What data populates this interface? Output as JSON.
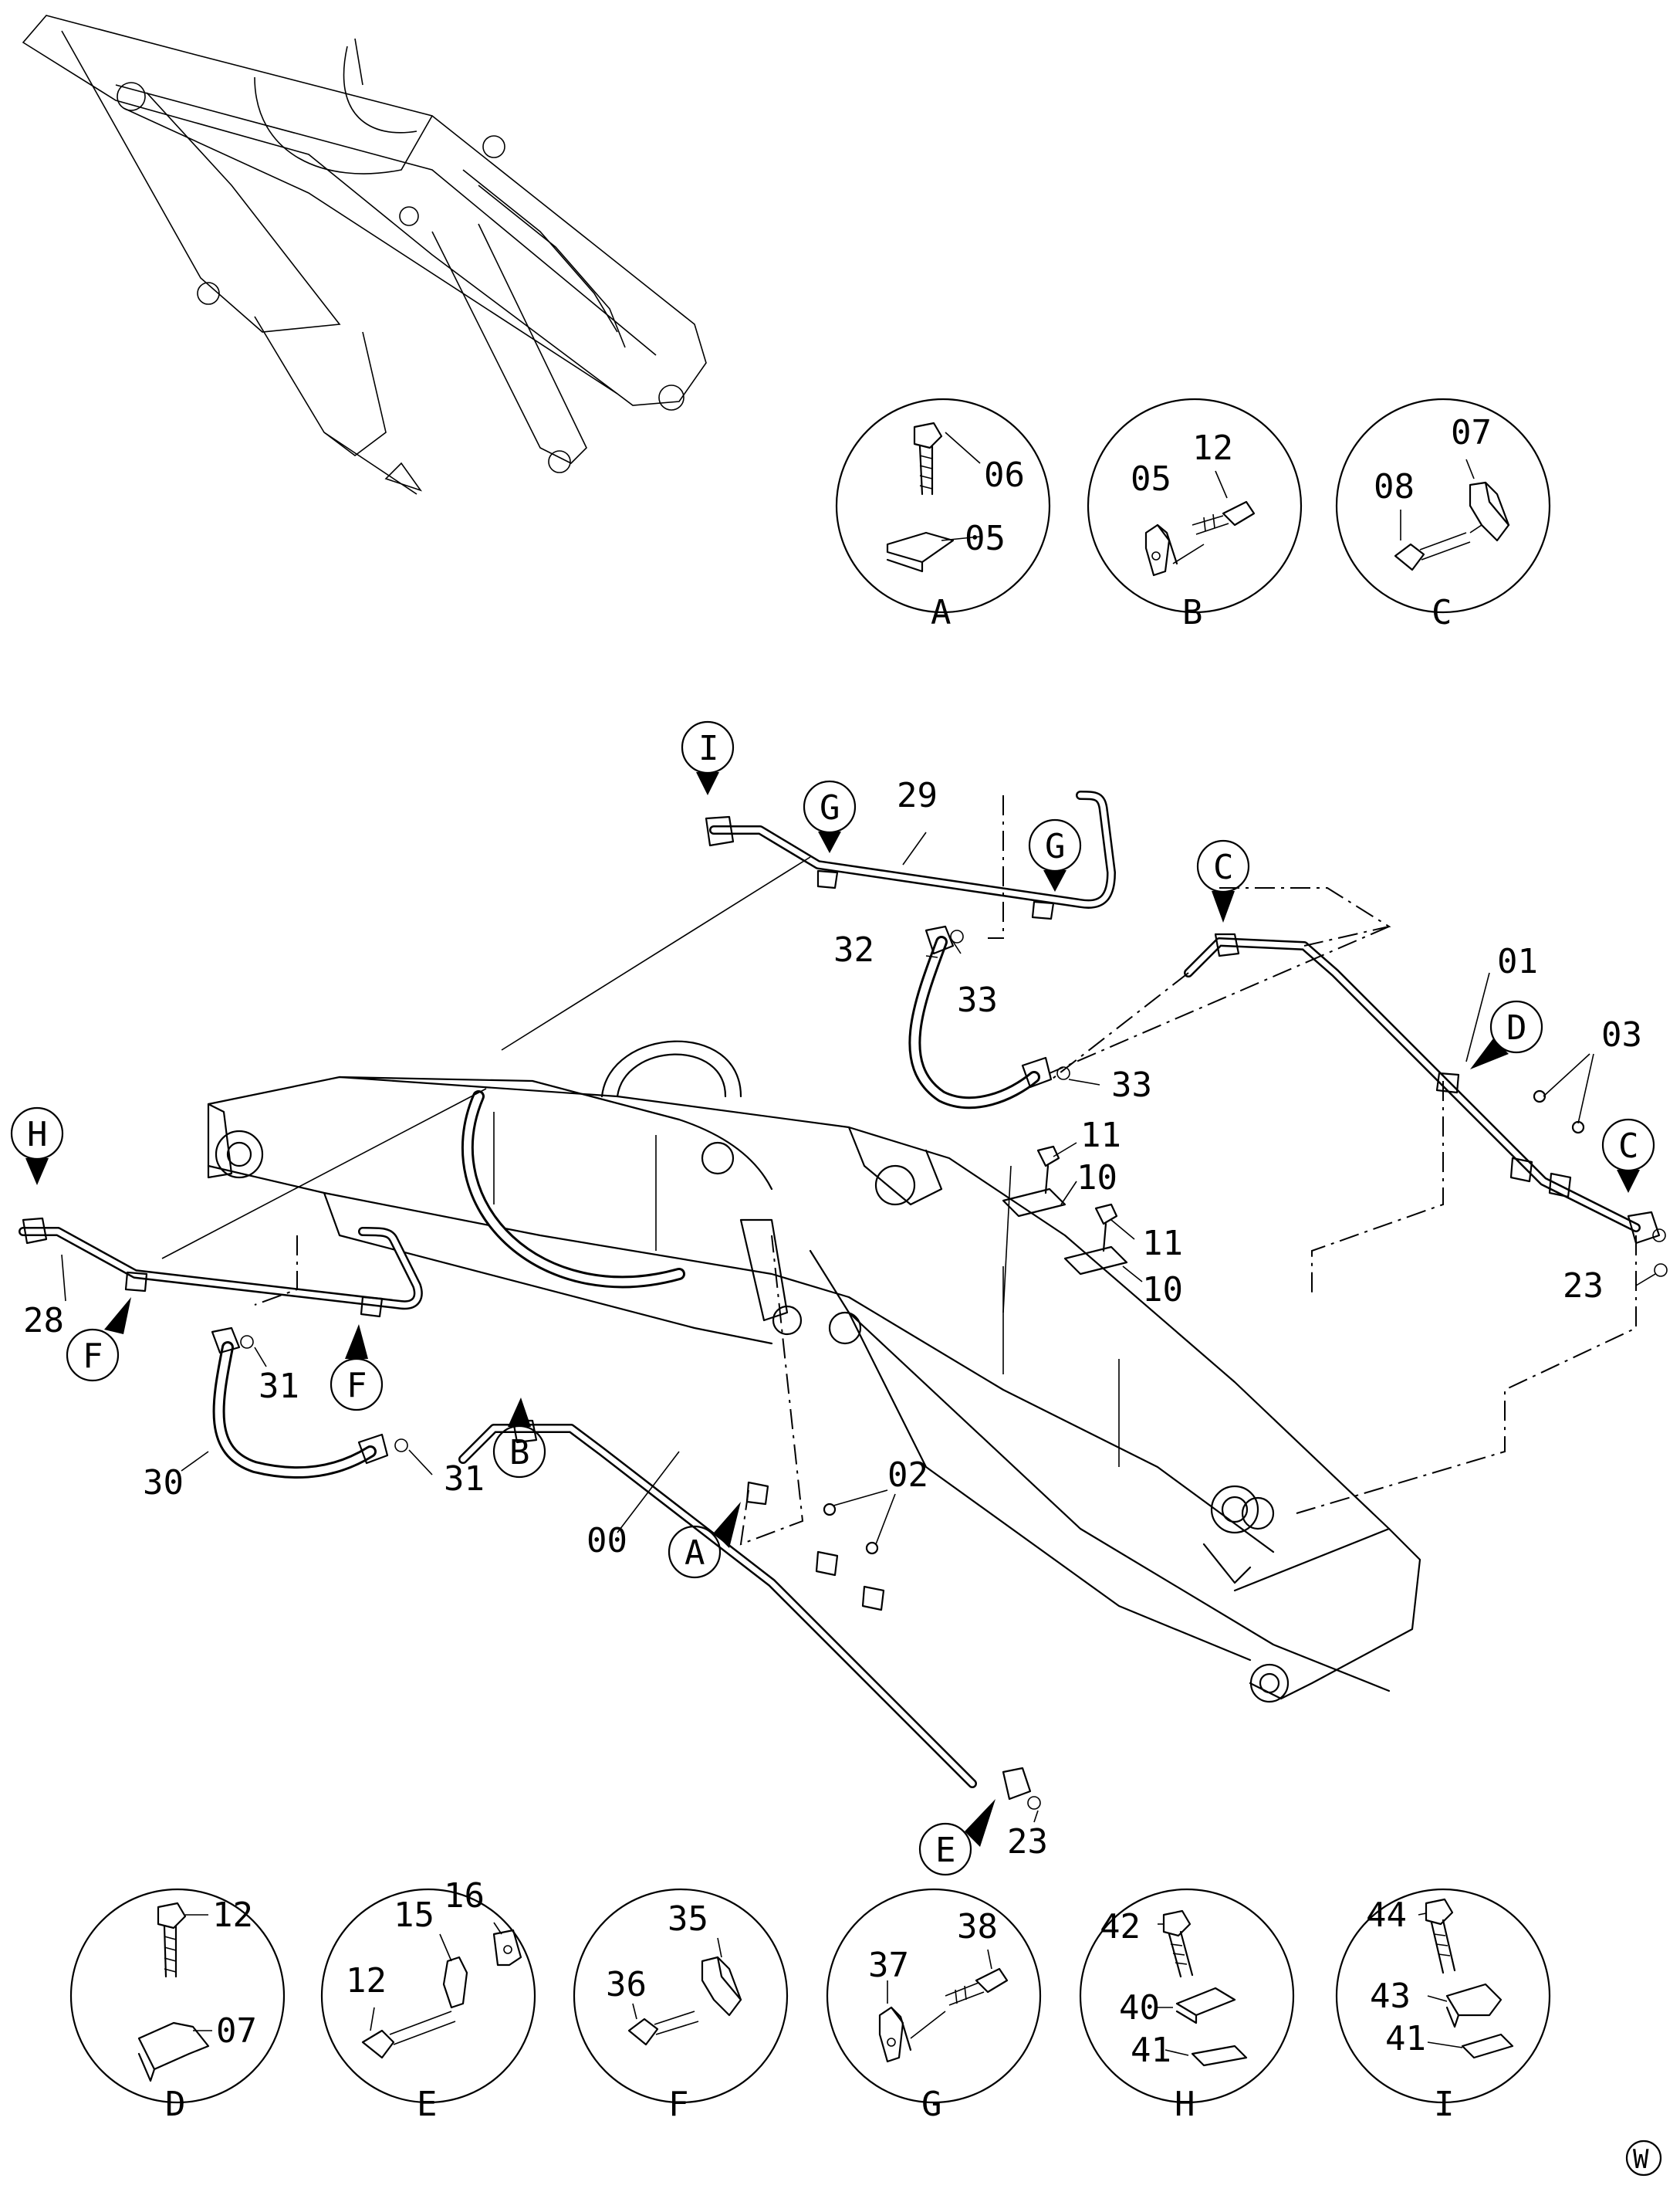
{
  "detail_views": [
    {
      "letter": "A",
      "labels": [
        "06",
        "05"
      ]
    },
    {
      "letter": "B",
      "labels": [
        "12",
        "05"
      ]
    },
    {
      "letter": "C",
      "labels": [
        "07",
        "08"
      ]
    },
    {
      "letter": "D",
      "labels": [
        "12",
        "07"
      ]
    },
    {
      "letter": "E",
      "labels": [
        "15",
        "16",
        "12"
      ]
    },
    {
      "letter": "F",
      "labels": [
        "35",
        "36"
      ]
    },
    {
      "letter": "G",
      "labels": [
        "38",
        "37"
      ]
    },
    {
      "letter": "H",
      "labels": [
        "42",
        "40",
        "41"
      ]
    },
    {
      "letter": "I",
      "labels": [
        "44",
        "43",
        "41"
      ]
    }
  ],
  "main": {
    "part_numbers": [
      "29",
      "32",
      "33",
      "33",
      "01",
      "03",
      "11",
      "10",
      "11",
      "10",
      "23",
      "28",
      "31",
      "30",
      "31",
      "02",
      "00",
      "23"
    ],
    "callouts": [
      "I",
      "G",
      "G",
      "C",
      "D",
      "C",
      "H",
      "F",
      "F",
      "B",
      "A",
      "E"
    ]
  },
  "corner_mark": "W"
}
